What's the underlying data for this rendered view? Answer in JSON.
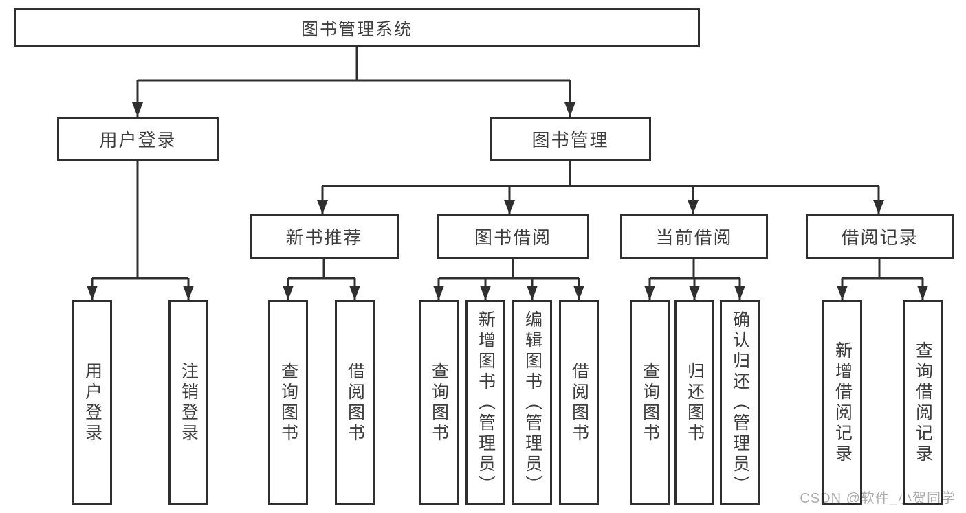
{
  "diagram_title": "图书管理系统",
  "tree": {
    "root": {
      "label": "图书管理系统"
    },
    "children": [
      {
        "label": "用户登录",
        "children": [
          {
            "label": "用户登录"
          },
          {
            "label": "注销登录"
          }
        ]
      },
      {
        "label": "图书管理",
        "children": [
          {
            "label": "新书推荐",
            "children": [
              {
                "label": "查询图书"
              },
              {
                "label": "借阅图书"
              }
            ]
          },
          {
            "label": "图书借阅",
            "children": [
              {
                "label": "查询图书"
              },
              {
                "label": "新增图书（管理员）"
              },
              {
                "label": "编辑图书（管理员）"
              },
              {
                "label": "借阅图书"
              }
            ]
          },
          {
            "label": "当前借阅",
            "children": [
              {
                "label": "查询图书"
              },
              {
                "label": "归还图书"
              },
              {
                "label": "确认归还（管理员）"
              }
            ]
          },
          {
            "label": "借阅记录",
            "children": [
              {
                "label": "新增借阅记录"
              },
              {
                "label": "查询借阅记录"
              }
            ]
          }
        ]
      }
    ]
  },
  "watermark": {
    "text": "CSDN @软件_小贺同学"
  },
  "colors": {
    "line": "#2f2f2f",
    "text": "#3d3d3d",
    "box_background": "#ffffff",
    "page_background": "#ffffff",
    "watermark": "#ababab"
  }
}
